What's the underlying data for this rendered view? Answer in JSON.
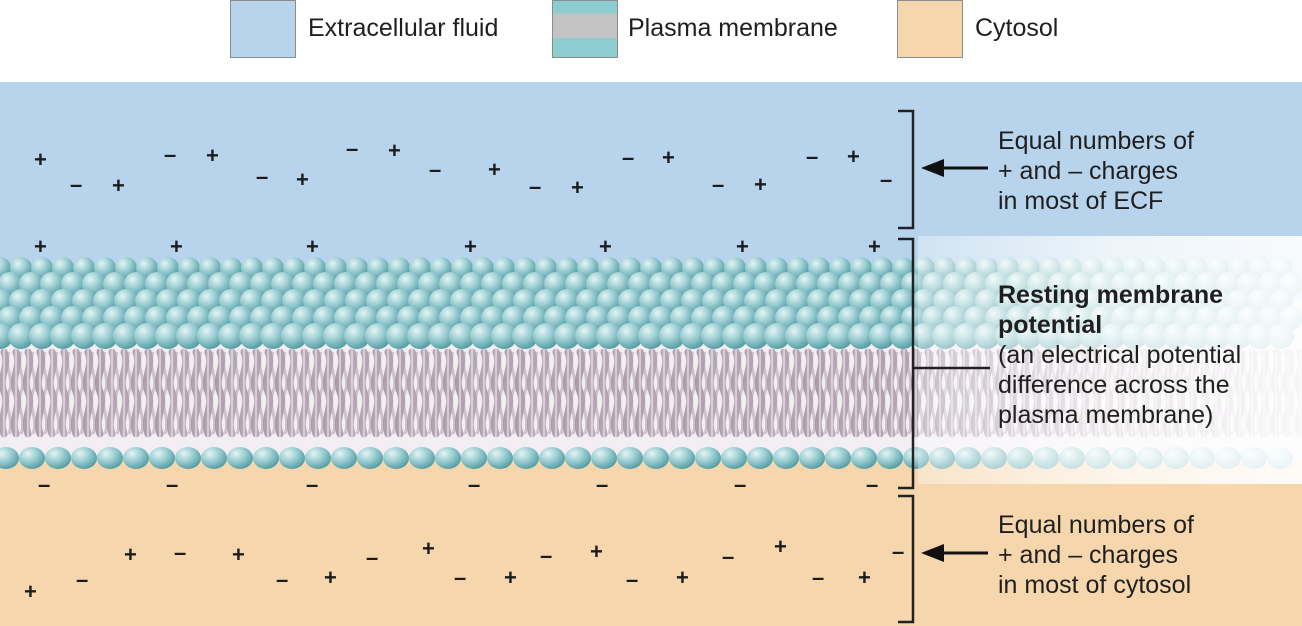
{
  "legend": {
    "ecf_label": "Extracellular fluid",
    "membrane_label": "Plasma membrane",
    "cytosol_label": "Cytosol"
  },
  "colors": {
    "ecf": "#b7d4ec",
    "cytosol": "#f5d6ad",
    "phospholipid_head": "#8ec6cc",
    "phospholipid_tail": "#c9b8c6",
    "legend_swatch_mid": "#c3c3c3",
    "legend_swatch_teal": "#8ccdd1"
  },
  "annotations": {
    "ecf": {
      "line1": "Equal numbers of",
      "line2": "+ and – charges",
      "line3": "in most of ECF"
    },
    "rmp": {
      "title1": "Resting membrane",
      "title2": "potential",
      "line1": "(an electrical potential",
      "line2": "difference across the",
      "line3": "plasma membrane)"
    },
    "cytosol": {
      "line1": "Equal numbers of",
      "line2": "+ and – charges",
      "line3": "in most of cytosol"
    }
  },
  "charges": {
    "plus": "+",
    "minus": "–"
  }
}
